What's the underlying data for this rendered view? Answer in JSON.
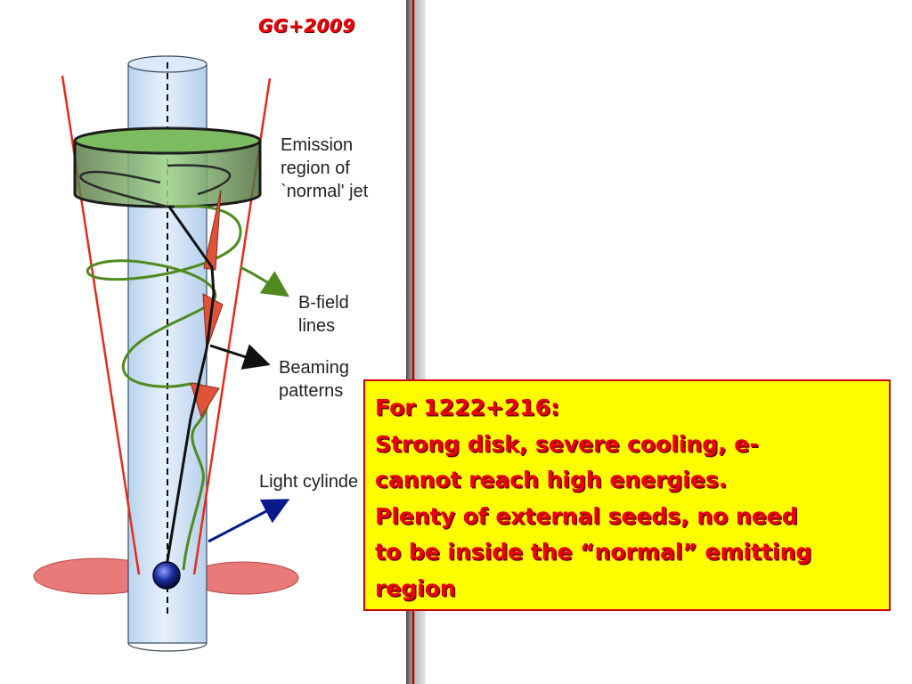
{
  "credit": "GG+2009",
  "labels": {
    "emission": [
      "Emission",
      "region of",
      "`normal' jet"
    ],
    "bfield": [
      "B-field",
      "lines"
    ],
    "beaming": [
      "Beaming",
      "patterns"
    ],
    "light_cylinder": "Light cylinde"
  },
  "callout": {
    "lines": [
      "For 1222+216:",
      "Strong disk, severe cooling, e-",
      "cannot reach high energies.",
      "Plenty of external seeds, no need",
      "to be inside the “normal” emitting",
      "region"
    ]
  },
  "colors": {
    "accent_red": "#e8000b",
    "callout_bg": "#ffff00",
    "cylinder": "#cfe3f7",
    "field_line": "#4f8a1e",
    "disk": "#e87a7a",
    "arrow_blue": "#0a1a8c"
  }
}
